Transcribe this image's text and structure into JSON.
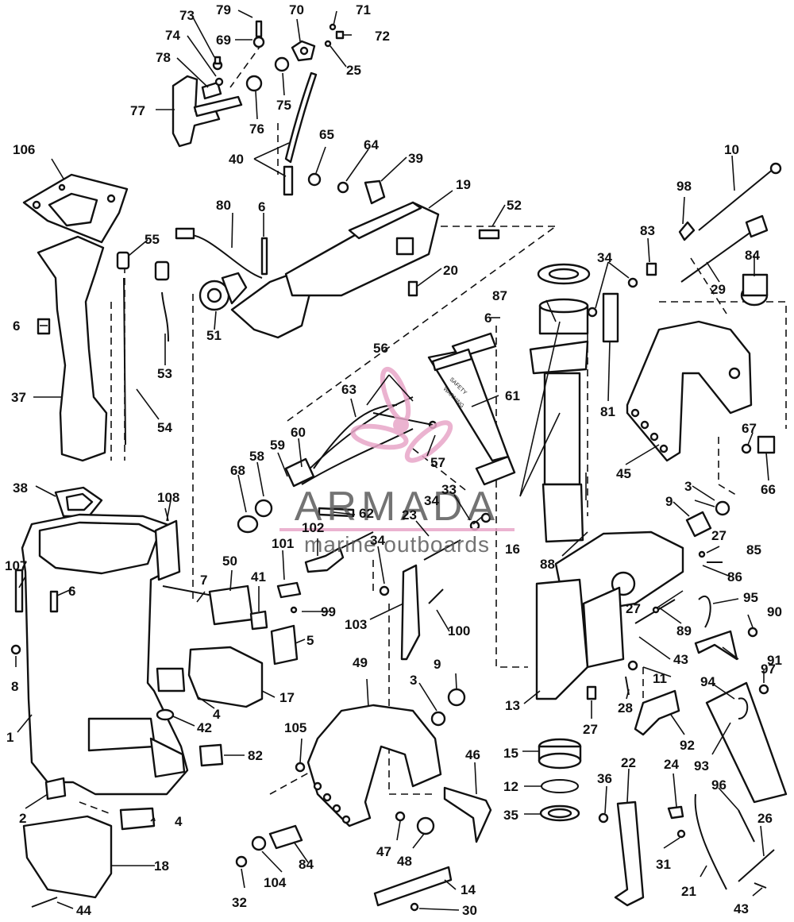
{
  "watermark": {
    "brand": "ARMADA",
    "tagline": "marine outboards",
    "brand_color": "#5b5b5b",
    "accent_color": "#e8a6c8",
    "icon": "propeller-logo-icon"
  },
  "decal_text": {
    "safety": "SAFETY",
    "warning": "WARNING"
  },
  "callouts": [
    {
      "id": "1",
      "label": "1"
    },
    {
      "id": "2",
      "label": "2"
    },
    {
      "id": "3a",
      "label": "3"
    },
    {
      "id": "3b",
      "label": "3"
    },
    {
      "id": "4a",
      "label": "4"
    },
    {
      "id": "4b",
      "label": "4"
    },
    {
      "id": "5",
      "label": "5"
    },
    {
      "id": "6a",
      "label": "6"
    },
    {
      "id": "6b",
      "label": "6"
    },
    {
      "id": "6c",
      "label": "6"
    },
    {
      "id": "6d",
      "label": "6"
    },
    {
      "id": "7",
      "label": "7"
    },
    {
      "id": "8",
      "label": "8"
    },
    {
      "id": "9a",
      "label": "9"
    },
    {
      "id": "9b",
      "label": "9"
    },
    {
      "id": "10",
      "label": "10"
    },
    {
      "id": "11",
      "label": "11"
    },
    {
      "id": "12",
      "label": "12"
    },
    {
      "id": "13",
      "label": "13"
    },
    {
      "id": "14",
      "label": "14"
    },
    {
      "id": "15",
      "label": "15"
    },
    {
      "id": "16",
      "label": "16"
    },
    {
      "id": "17",
      "label": "17"
    },
    {
      "id": "18",
      "label": "18"
    },
    {
      "id": "19",
      "label": "19"
    },
    {
      "id": "20",
      "label": "20"
    },
    {
      "id": "21",
      "label": "21"
    },
    {
      "id": "22",
      "label": "22"
    },
    {
      "id": "23",
      "label": "23"
    },
    {
      "id": "24",
      "label": "24"
    },
    {
      "id": "25",
      "label": "25"
    },
    {
      "id": "26",
      "label": "26"
    },
    {
      "id": "27a",
      "label": "27"
    },
    {
      "id": "27b",
      "label": "27"
    },
    {
      "id": "27c",
      "label": "27"
    },
    {
      "id": "28",
      "label": "28"
    },
    {
      "id": "29",
      "label": "29"
    },
    {
      "id": "30",
      "label": "30"
    },
    {
      "id": "31",
      "label": "31"
    },
    {
      "id": "32",
      "label": "32"
    },
    {
      "id": "33",
      "label": "33"
    },
    {
      "id": "34a",
      "label": "34"
    },
    {
      "id": "34b",
      "label": "34"
    },
    {
      "id": "34c",
      "label": "34"
    },
    {
      "id": "35",
      "label": "35"
    },
    {
      "id": "36",
      "label": "36"
    },
    {
      "id": "37",
      "label": "37"
    },
    {
      "id": "38",
      "label": "38"
    },
    {
      "id": "39",
      "label": "39"
    },
    {
      "id": "40",
      "label": "40"
    },
    {
      "id": "41",
      "label": "41"
    },
    {
      "id": "42",
      "label": "42"
    },
    {
      "id": "43a",
      "label": "43"
    },
    {
      "id": "43b",
      "label": "43"
    },
    {
      "id": "44",
      "label": "44"
    },
    {
      "id": "45",
      "label": "45"
    },
    {
      "id": "46",
      "label": "46"
    },
    {
      "id": "47",
      "label": "47"
    },
    {
      "id": "48",
      "label": "48"
    },
    {
      "id": "49",
      "label": "49"
    },
    {
      "id": "50",
      "label": "50"
    },
    {
      "id": "51",
      "label": "51"
    },
    {
      "id": "52",
      "label": "52"
    },
    {
      "id": "53",
      "label": "53"
    },
    {
      "id": "54",
      "label": "54"
    },
    {
      "id": "55",
      "label": "55"
    },
    {
      "id": "56",
      "label": "56"
    },
    {
      "id": "57",
      "label": "57"
    },
    {
      "id": "58",
      "label": "58"
    },
    {
      "id": "59",
      "label": "59"
    },
    {
      "id": "60",
      "label": "60"
    },
    {
      "id": "61",
      "label": "61"
    },
    {
      "id": "62",
      "label": "62"
    },
    {
      "id": "63",
      "label": "63"
    },
    {
      "id": "64",
      "label": "64"
    },
    {
      "id": "65",
      "label": "65"
    },
    {
      "id": "66",
      "label": "66"
    },
    {
      "id": "67",
      "label": "67"
    },
    {
      "id": "68",
      "label": "68"
    },
    {
      "id": "69",
      "label": "69"
    },
    {
      "id": "70",
      "label": "70"
    },
    {
      "id": "71",
      "label": "71"
    },
    {
      "id": "72",
      "label": "72"
    },
    {
      "id": "73",
      "label": "73"
    },
    {
      "id": "74",
      "label": "74"
    },
    {
      "id": "75",
      "label": "75"
    },
    {
      "id": "76",
      "label": "76"
    },
    {
      "id": "77",
      "label": "77"
    },
    {
      "id": "78",
      "label": "78"
    },
    {
      "id": "79",
      "label": "79"
    },
    {
      "id": "80",
      "label": "80"
    },
    {
      "id": "81",
      "label": "81"
    },
    {
      "id": "82",
      "label": "82"
    },
    {
      "id": "83",
      "label": "83"
    },
    {
      "id": "84a",
      "label": "84"
    },
    {
      "id": "84b",
      "label": "84"
    },
    {
      "id": "85",
      "label": "85"
    },
    {
      "id": "86",
      "label": "86"
    },
    {
      "id": "87",
      "label": "87"
    },
    {
      "id": "88",
      "label": "88"
    },
    {
      "id": "89",
      "label": "89"
    },
    {
      "id": "90",
      "label": "90"
    },
    {
      "id": "91",
      "label": "91"
    },
    {
      "id": "92",
      "label": "92"
    },
    {
      "id": "93",
      "label": "93"
    },
    {
      "id": "94",
      "label": "94"
    },
    {
      "id": "95",
      "label": "95"
    },
    {
      "id": "96",
      "label": "96"
    },
    {
      "id": "97",
      "label": "97"
    },
    {
      "id": "98",
      "label": "98"
    },
    {
      "id": "99",
      "label": "99"
    },
    {
      "id": "100",
      "label": "100"
    },
    {
      "id": "101",
      "label": "101"
    },
    {
      "id": "102",
      "label": "102"
    },
    {
      "id": "103",
      "label": "103"
    },
    {
      "id": "104",
      "label": "104"
    },
    {
      "id": "105",
      "label": "105"
    },
    {
      "id": "106",
      "label": "106"
    },
    {
      "id": "107",
      "label": "107"
    },
    {
      "id": "108",
      "label": "108"
    }
  ]
}
